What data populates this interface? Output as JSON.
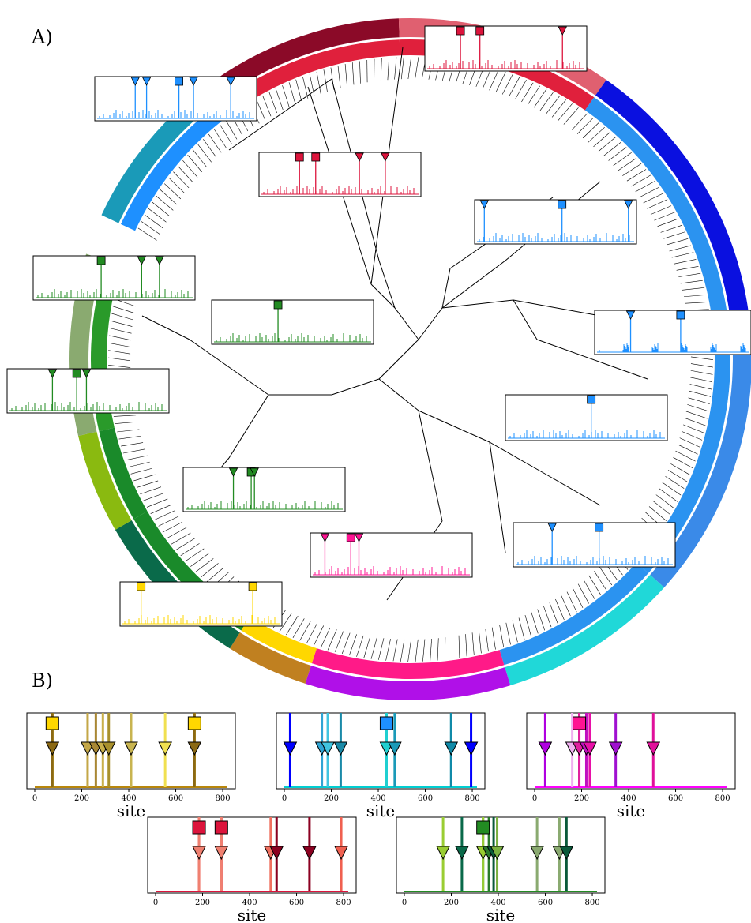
{
  "panels": {
    "a_label": "A)",
    "b_label": "B)"
  },
  "chart_data": {
    "type": "figure",
    "panel_a": {
      "kind": "circular phylogenetic tree",
      "tree_edge_color": "#000000",
      "inset_spectra": [
        {
          "color": "#1e90ff",
          "peaks": [
            0.35,
            0.45,
            0.9,
            0.95,
            0.55
          ],
          "square": [
            0.52
          ],
          "tri": [
            0.25,
            0.32,
            0.61,
            0.84
          ]
        },
        {
          "color": "#dc143c",
          "peaks": [
            0.25,
            0.4,
            0.5,
            0.85,
            0.75
          ],
          "square": [
            0.22,
            0.34
          ],
          "tri": [
            0.85
          ]
        },
        {
          "color": "#dc143c",
          "peaks": [
            0.25,
            0.35,
            0.6,
            0.8,
            0.7,
            0.45
          ],
          "square": [
            0.25,
            0.35
          ],
          "tri": [
            0.62,
            0.78
          ]
        },
        {
          "color": "#1e90ff",
          "peaks": [
            0.3,
            0.4,
            0.9,
            0.85,
            0.3
          ],
          "square": [
            0.54
          ],
          "tri": [
            0.06,
            0.95
          ]
        },
        {
          "color": "#1e90ff",
          "peaks": [
            0.35,
            0.9,
            0.45,
            0.25
          ],
          "square": [
            0.55
          ],
          "tri": [
            0.23
          ]
        },
        {
          "color": "#1e90ff",
          "peaks": [
            0.4,
            0.95,
            0.2
          ],
          "square": [
            0.53
          ],
          "tri": []
        },
        {
          "color": "#1e90ff",
          "peaks": [
            0.4,
            0.9,
            0.95,
            0.35
          ],
          "square": [
            0.53
          ],
          "tri": [
            0.24
          ]
        },
        {
          "color": "#228b22",
          "peaks": [
            0.35,
            0.95,
            0.8,
            0.3
          ],
          "square": [
            0.42
          ],
          "tri": [
            0.67,
            0.78
          ]
        },
        {
          "color": "#228b22",
          "peaks": [
            0.3,
            0.95,
            0.4,
            0.2
          ],
          "square": [
            0.41
          ],
          "tri": []
        },
        {
          "color": "#228b22",
          "peaks": [
            0.35,
            0.9,
            0.85,
            0.4
          ],
          "square": [
            0.43
          ],
          "tri": [
            0.28,
            0.49
          ]
        },
        {
          "color": "#228b22",
          "peaks": [
            0.3,
            0.9,
            0.8,
            0.35
          ],
          "square": [
            0.42
          ],
          "tri": [
            0.31,
            0.44
          ]
        },
        {
          "color": "#ffd700",
          "peaks": [
            0.35,
            0.95,
            0.85,
            0.4
          ],
          "square": [
            0.13,
            0.82
          ],
          "tri": []
        },
        {
          "color": "#ff1493",
          "peaks": [
            0.25,
            0.85,
            0.8,
            0.3
          ],
          "square": [
            0.25
          ],
          "tri": [
            0.09,
            0.3
          ]
        }
      ]
    },
    "panel_b": [
      {
        "xlim": [
          0,
          820
        ],
        "xticks": [
          0,
          200,
          400,
          600,
          800
        ],
        "xlabel": "site",
        "color": "#b8860b",
        "sites": [
          {
            "site": 75,
            "marker": "square",
            "color": "#ffd700"
          },
          {
            "site": 680,
            "marker": "square",
            "color": "#ffd700"
          },
          {
            "site": 75,
            "marker": "triangle",
            "color": "#8b6914"
          },
          {
            "site": 225,
            "marker": "triangle",
            "color": "#c4a747"
          },
          {
            "site": 260,
            "marker": "triangle",
            "color": "#a88734"
          },
          {
            "site": 290,
            "marker": "triangle",
            "color": "#c9b04a"
          },
          {
            "site": 315,
            "marker": "triangle",
            "color": "#a8902c"
          },
          {
            "site": 410,
            "marker": "triangle",
            "color": "#c8b450"
          },
          {
            "site": 555,
            "marker": "triangle",
            "color": "#f0e050"
          },
          {
            "site": 680,
            "marker": "triangle",
            "color": "#8b6914"
          }
        ]
      },
      {
        "xlim": [
          0,
          820
        ],
        "xticks": [
          0,
          200,
          400,
          600,
          800
        ],
        "xlabel": "site",
        "color": "#00ced1",
        "sites": [
          {
            "site": 435,
            "marker": "square",
            "color": "#1e90ff"
          },
          {
            "site": 25,
            "marker": "triangle",
            "color": "#0000ff"
          },
          {
            "site": 160,
            "marker": "triangle",
            "color": "#2fa4d4"
          },
          {
            "site": 185,
            "marker": "triangle",
            "color": "#40c4e0"
          },
          {
            "site": 240,
            "marker": "triangle",
            "color": "#1a8aa8"
          },
          {
            "site": 435,
            "marker": "triangle",
            "color": "#20d0d0"
          },
          {
            "site": 470,
            "marker": "triangle",
            "color": "#1a9ab8"
          },
          {
            "site": 710,
            "marker": "triangle",
            "color": "#108aa8"
          },
          {
            "site": 795,
            "marker": "triangle",
            "color": "#0000ff"
          }
        ]
      },
      {
        "xlim": [
          0,
          820
        ],
        "xticks": [
          0,
          200,
          400,
          600,
          800
        ],
        "xlabel": "site",
        "color": "#ff00ff",
        "sites": [
          {
            "site": 190,
            "marker": "square",
            "color": "#ff1493"
          },
          {
            "site": 45,
            "marker": "triangle",
            "color": "#b000e0"
          },
          {
            "site": 160,
            "marker": "triangle",
            "color": "#f0b0f0"
          },
          {
            "site": 190,
            "marker": "triangle",
            "color": "#e020a0"
          },
          {
            "site": 220,
            "marker": "triangle",
            "color": "#c010c0"
          },
          {
            "site": 235,
            "marker": "triangle",
            "color": "#e810a8"
          },
          {
            "site": 345,
            "marker": "triangle",
            "color": "#a010d0"
          },
          {
            "site": 505,
            "marker": "triangle",
            "color": "#e0109a"
          }
        ]
      },
      {
        "xlim": [
          0,
          820
        ],
        "xticks": [
          0,
          200,
          400,
          600,
          800
        ],
        "xlabel": "site",
        "color": "#dc143c",
        "sites": [
          {
            "site": 185,
            "marker": "square",
            "color": "#dc143c"
          },
          {
            "site": 280,
            "marker": "square",
            "color": "#dc143c"
          },
          {
            "site": 185,
            "marker": "triangle",
            "color": "#f08070"
          },
          {
            "site": 280,
            "marker": "triangle",
            "color": "#f08070"
          },
          {
            "site": 490,
            "marker": "triangle",
            "color": "#f07060"
          },
          {
            "site": 515,
            "marker": "triangle",
            "color": "#8b0020"
          },
          {
            "site": 655,
            "marker": "triangle",
            "color": "#8b0020"
          },
          {
            "site": 790,
            "marker": "triangle",
            "color": "#f06050"
          }
        ]
      },
      {
        "xlim": [
          0,
          820
        ],
        "xticks": [
          0,
          200,
          400,
          600,
          800
        ],
        "xlabel": "site",
        "color": "#228b22",
        "sites": [
          {
            "site": 335,
            "marker": "square",
            "color": "#228b22"
          },
          {
            "site": 165,
            "marker": "triangle",
            "color": "#9acd32"
          },
          {
            "site": 245,
            "marker": "triangle",
            "color": "#0a6a4a"
          },
          {
            "site": 335,
            "marker": "triangle",
            "color": "#9acd32"
          },
          {
            "site": 360,
            "marker": "triangle",
            "color": "#2a7a2a"
          },
          {
            "site": 380,
            "marker": "triangle",
            "color": "#0a5a3a"
          },
          {
            "site": 395,
            "marker": "triangle",
            "color": "#7ab040"
          },
          {
            "site": 565,
            "marker": "triangle",
            "color": "#8aaa70"
          },
          {
            "site": 660,
            "marker": "triangle",
            "color": "#8aaa70"
          },
          {
            "site": 690,
            "marker": "triangle",
            "color": "#0a5a3a"
          }
        ]
      }
    ]
  }
}
